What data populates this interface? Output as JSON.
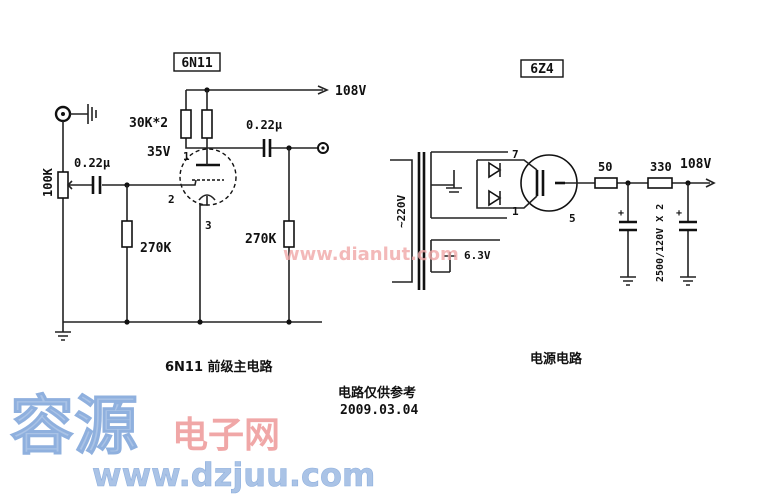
{
  "preamp": {
    "tube_label": "6N11",
    "b_plus": "108V",
    "plate_res": "30K*2",
    "plate_volt": "35V",
    "out_cap": "0.22μ",
    "in_cap": "0.22μ",
    "volume_pot": "100K",
    "grid_res": "270K",
    "out_res": "270K",
    "pin_plate": "1",
    "pin_grid": "2",
    "pin_cathode": "3",
    "caption": "6N11 前级主电路"
  },
  "power": {
    "tube_label": "6Z4",
    "primary": "~220V",
    "heater": "6.3V",
    "pin_7": "7",
    "pin_1": "1",
    "pin_5": "5",
    "r1": "50",
    "r2": "330",
    "out_volt": "108V",
    "caps": "2500/120V X 2",
    "caption": "电源电路"
  },
  "note": {
    "line1": "电路仅供参考",
    "line2": "2009.03.04"
  },
  "watermarks": {
    "center_url": "www.dianlut.com",
    "logo_cn": "容源",
    "logo_sub": "电子网",
    "logo_url": "www.dzjuu.com"
  },
  "colors": {
    "watermark_blue": "#aac3e6",
    "watermark_pink": "#f0a7a7"
  }
}
